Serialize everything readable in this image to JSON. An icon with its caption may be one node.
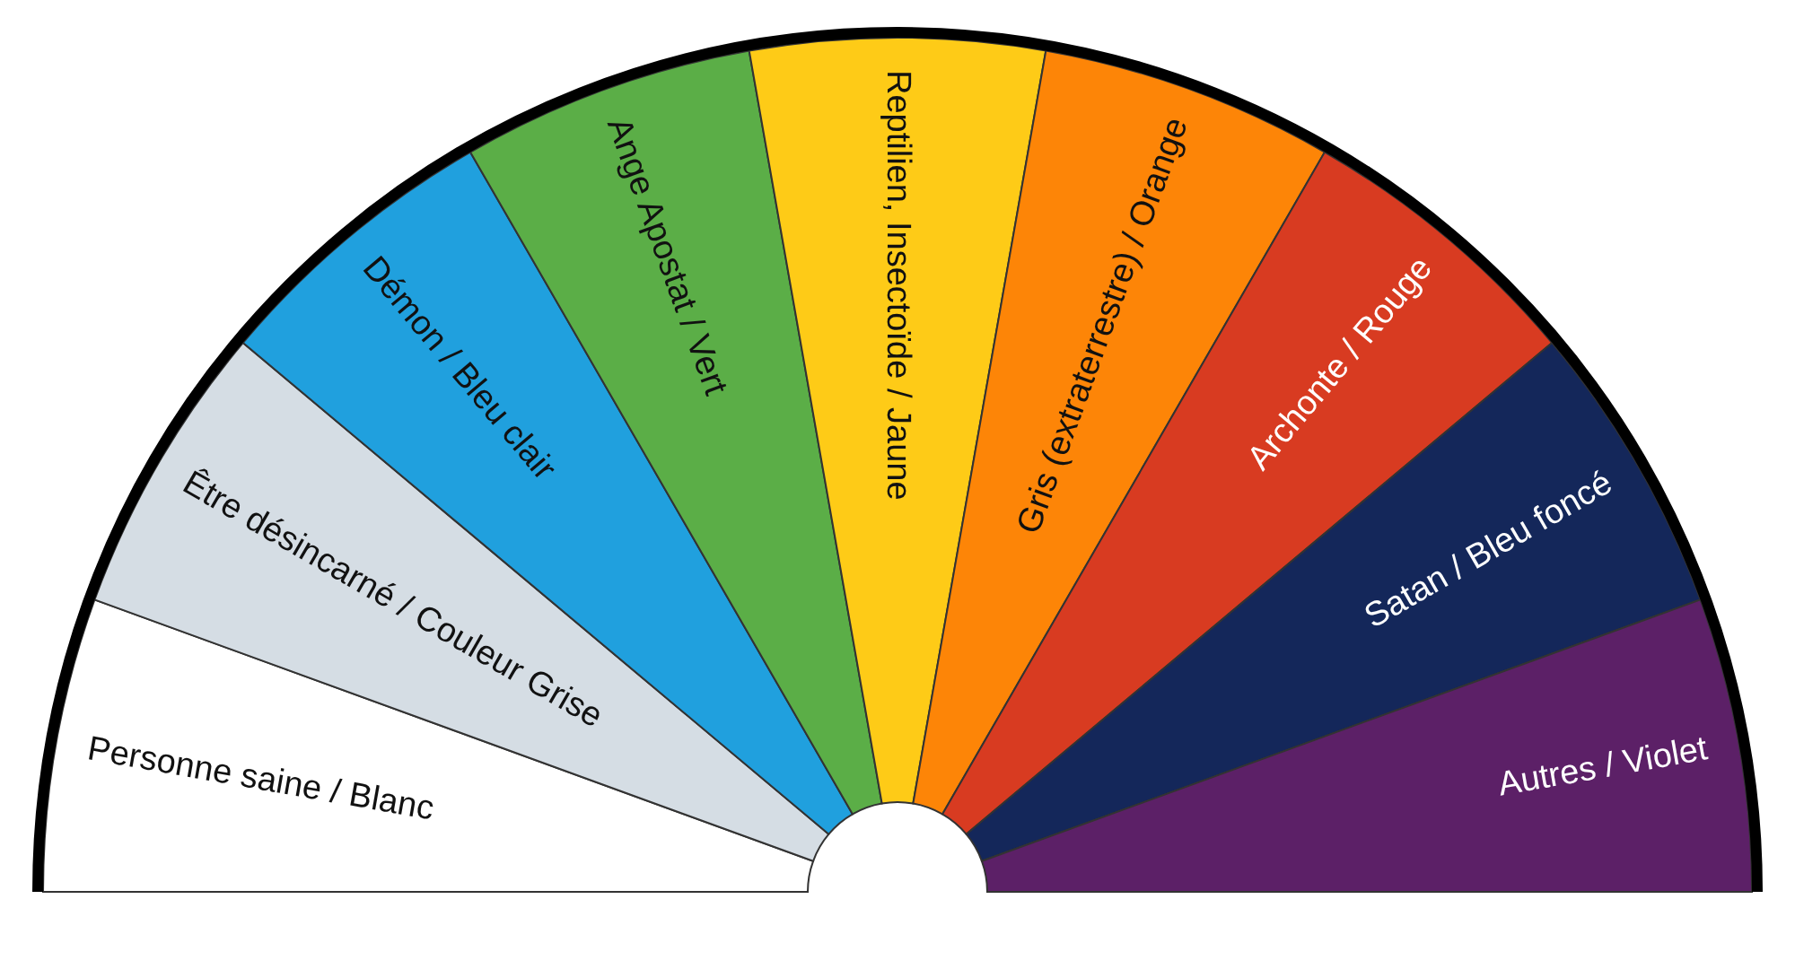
{
  "diagram": {
    "nodes": [
      {
        "text": [
          "Personne saine / Blanc"
        ]
      },
      {
        "text": [
          "Être désincarné / Couleur Grise"
        ]
      },
      {
        "text": [
          "Démon / Bleu clair"
        ]
      },
      {
        "text": [
          "Ange Apostat / Vert"
        ]
      },
      {
        "text": [
          "Reptilien, Insectoïde / Jaune"
        ]
      },
      {
        "text": [
          "Gris (extraterrestre) / Orange"
        ]
      },
      {
        "text": [
          "Archonte / Rouge"
        ]
      },
      {
        "text": [
          "Satan / Bleu foncé"
        ]
      },
      {
        "text": [
          "Autres / Violet"
        ]
      }
    ]
  }
}
